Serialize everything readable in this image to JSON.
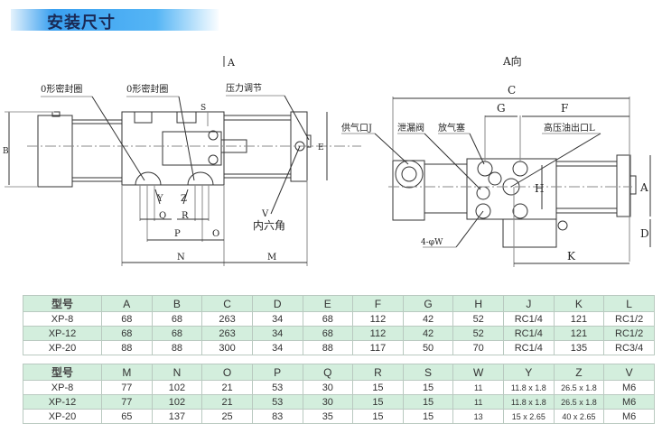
{
  "title": "安装尺寸",
  "drawing": {
    "arrow_a": "A",
    "view_a": "A向",
    "o_ring_1": "0形密封圈",
    "o_ring_2": "0形密封圈",
    "pressure_adjust": "压力调节",
    "hex_socket": "内六角",
    "supply_port": "供气口J",
    "leak_valve": "泄漏阀",
    "vent_plug": "放气塞",
    "hp_oil_outlet": "高压油出口L",
    "holes": "4-φW",
    "dims": {
      "B": "B",
      "E": "E",
      "S": "S",
      "Y": "Y",
      "Z": "Z",
      "Q": "Q",
      "R": "R",
      "P": "P",
      "O": "O",
      "N": "N",
      "M": "M",
      "V": "V",
      "C": "C",
      "G": "G",
      "F": "F",
      "H": "H",
      "A": "A",
      "D": "D",
      "K": "K"
    }
  },
  "table1": {
    "headers": [
      "型号",
      "A",
      "B",
      "C",
      "D",
      "E",
      "F",
      "G",
      "H",
      "J",
      "K",
      "L"
    ],
    "rows": [
      [
        "XP-8",
        "68",
        "68",
        "263",
        "34",
        "68",
        "112",
        "42",
        "52",
        "RC1/4",
        "121",
        "RC1/2"
      ],
      [
        "XP-12",
        "68",
        "68",
        "263",
        "34",
        "68",
        "112",
        "42",
        "52",
        "RC1/4",
        "121",
        "RC1/2"
      ],
      [
        "XP-20",
        "88",
        "88",
        "300",
        "34",
        "88",
        "117",
        "50",
        "70",
        "RC1/4",
        "135",
        "RC3/4"
      ]
    ]
  },
  "table2": {
    "headers": [
      "型号",
      "M",
      "N",
      "O",
      "P",
      "Q",
      "R",
      "S",
      "W",
      "Y",
      "Z",
      "V"
    ],
    "rows": [
      [
        "XP-8",
        "77",
        "102",
        "21",
        "53",
        "30",
        "15",
        "15",
        "11",
        "11.8 x 1.8",
        "26.5 x 1.8",
        "M6"
      ],
      [
        "XP-12",
        "77",
        "102",
        "21",
        "53",
        "30",
        "15",
        "15",
        "11",
        "11.8 x 1.8",
        "26.5 x 1.8",
        "M6"
      ],
      [
        "XP-20",
        "65",
        "137",
        "25",
        "83",
        "35",
        "15",
        "15",
        "13",
        "15 x 2.65",
        "40 x 2.65",
        "M6"
      ]
    ]
  }
}
